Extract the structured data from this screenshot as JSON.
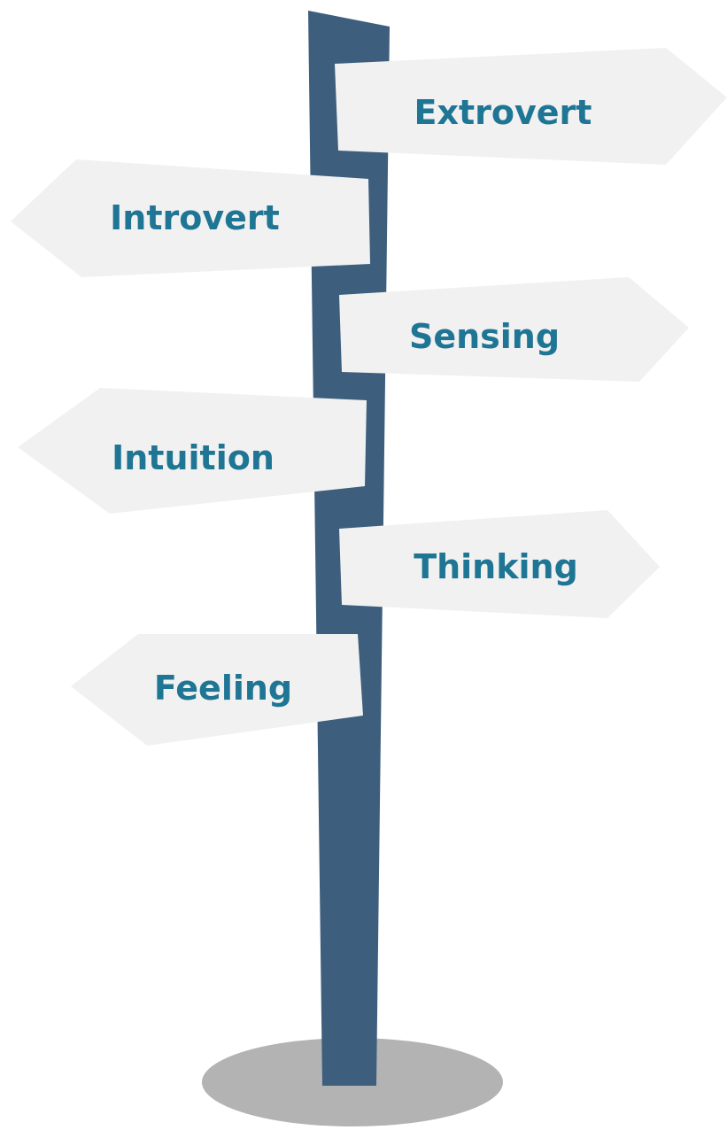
{
  "colors": {
    "post": "#3d5f7d",
    "sign_fill": "#f1f1f1",
    "label": "#1f7594",
    "base_shadow": "#b3b3b3"
  },
  "signs": [
    {
      "label": "Extrovert",
      "direction": "right"
    },
    {
      "label": "Introvert",
      "direction": "left"
    },
    {
      "label": "Sensing",
      "direction": "right"
    },
    {
      "label": "Intuition",
      "direction": "left"
    },
    {
      "label": "Thinking",
      "direction": "right"
    },
    {
      "label": "Feeling",
      "direction": "left"
    }
  ]
}
